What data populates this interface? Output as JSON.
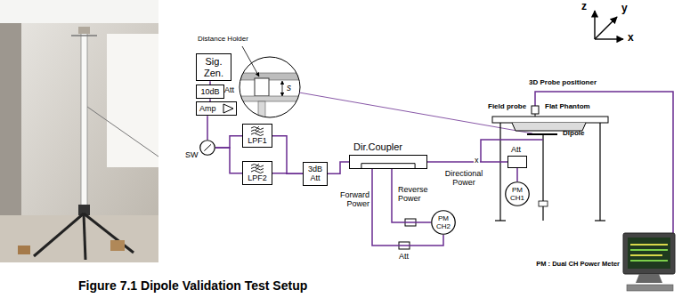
{
  "diagram": {
    "caption": "Figure 7.1 Dipole Validation Test Setup",
    "nodes": [
      {
        "text": [
          "Sig. Zen."
        ]
      },
      {
        "text": [
          "10dB"
        ]
      },
      {
        "text": [
          "Amp"
        ]
      },
      {
        "text": [
          "SW"
        ]
      },
      {
        "text": [
          "LPF1"
        ]
      },
      {
        "text": [
          "LPF2"
        ]
      },
      {
        "text": [
          "3dB",
          "Att"
        ]
      },
      {
        "text": [
          "Dir.Coupler"
        ]
      },
      {
        "text": [
          "Att"
        ]
      },
      {
        "text": [
          "PM CH1"
        ]
      },
      {
        "text": [
          "PM CH2"
        ]
      }
    ],
    "edges": [
      {
        "from": 0,
        "to": 1,
        "arrow": "none"
      },
      {
        "from": 1,
        "to": 2,
        "arrow": "none"
      },
      {
        "from": 2,
        "to": 3,
        "arrow": "none"
      },
      {
        "from": 3,
        "to": 4,
        "arrow": "none"
      },
      {
        "from": 3,
        "to": 5,
        "arrow": "none"
      },
      {
        "from": 4,
        "to": 6,
        "arrow": "none"
      },
      {
        "from": 5,
        "to": 6,
        "arrow": "none"
      },
      {
        "from": 6,
        "to": 7,
        "arrow": "none"
      },
      {
        "from": 7,
        "to": 8,
        "label": "Directional Power",
        "arrow": "none"
      },
      {
        "from": 8,
        "to": 9,
        "arrow": "none"
      },
      {
        "from": 7,
        "to": 10,
        "label": "Forward Power",
        "arrow": "none"
      },
      {
        "from": 7,
        "to": 10,
        "label": "Reverse Power",
        "arrow": "none"
      }
    ],
    "labels": [
      "Att",
      "Distance Holder",
      "s",
      "z",
      "y",
      "x",
      "3D Probe positioner",
      "Field probe",
      "Flat Phantom",
      "Dipole",
      "x",
      "Att",
      "PM : Dual CH Power Meter"
    ]
  }
}
